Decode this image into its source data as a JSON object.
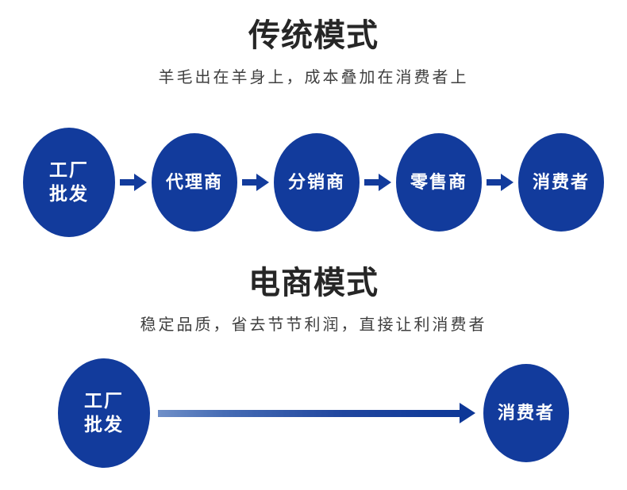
{
  "theme": {
    "node_blue": "#123b9c",
    "arrow_blue": "#123b9c",
    "arrow_gradient_start": "#6f8fc8",
    "arrow_gradient_end": "#0e3898",
    "title_color": "#262626",
    "subtitle_color": "#3f3f3f",
    "background": "#ffffff"
  },
  "traditional": {
    "title": "传统模式",
    "subtitle": "羊毛出在羊身上，成本叠加在消费者上",
    "nodes": [
      {
        "label": "工厂\n批发",
        "size": "large"
      },
      {
        "label": "代理商",
        "size": "small"
      },
      {
        "label": "分销商",
        "size": "small"
      },
      {
        "label": "零售商",
        "size": "small"
      },
      {
        "label": "消费者",
        "size": "small"
      }
    ],
    "arrow_icon": "arrow-right-icon"
  },
  "ecommerce": {
    "title": "电商模式",
    "subtitle": "稳定品质，省去节节利润，直接让利消费者",
    "nodes": [
      {
        "label": "工厂\n批发",
        "size": "large"
      },
      {
        "label": "消费者",
        "size": "small"
      }
    ],
    "arrow_icon": "long-arrow-right-icon"
  }
}
